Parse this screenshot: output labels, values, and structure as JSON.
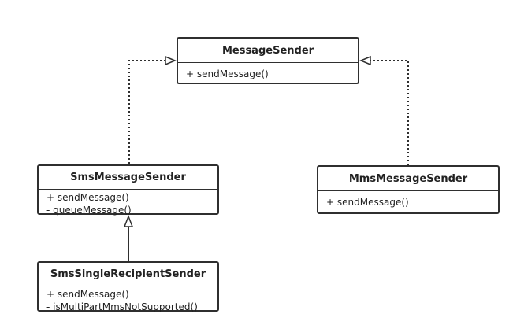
{
  "classes": {
    "message_sender": {
      "name": "MessageSender",
      "methods": [
        "+ sendMessage()"
      ]
    },
    "sms_message_sender": {
      "name": "SmsMessageSender",
      "methods": [
        "+ sendMessage()",
        "- queueMessage()"
      ]
    },
    "mms_message_sender": {
      "name": "MmsMessageSender",
      "methods": [
        "+ sendMessage()"
      ]
    },
    "sms_single_recipient_sender": {
      "name": "SmsSingleRecipientSender",
      "methods": [
        "+ sendMessage()",
        "- isMultiPartMmsNotSupported()"
      ]
    }
  },
  "relations": [
    {
      "from": "SmsMessageSender",
      "to": "MessageSender",
      "type": "realization"
    },
    {
      "from": "MmsMessageSender",
      "to": "MessageSender",
      "type": "realization"
    },
    {
      "from": "SmsSingleRecipientSender",
      "to": "SmsMessageSender",
      "type": "inheritance"
    }
  ],
  "colors": {
    "line": "#2f2f2f",
    "background": "#ffffff"
  }
}
